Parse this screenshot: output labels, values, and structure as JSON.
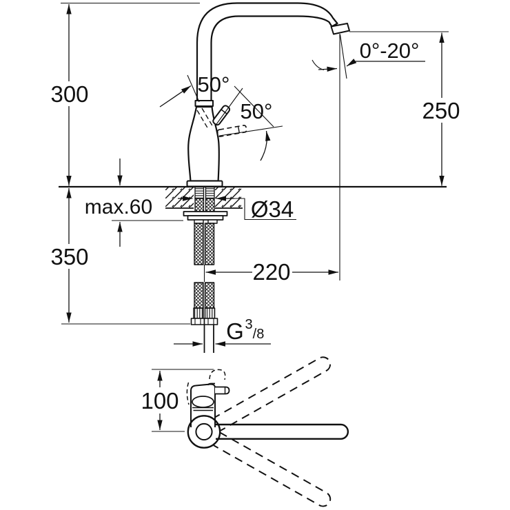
{
  "page": {
    "background_color": "#ffffff",
    "line_color": "#111111",
    "description": "Technical dimension drawing of a single-lever kitchen faucet, front view and top view"
  },
  "front_view": {
    "dim_overall_height": "300",
    "dim_spout_height": "250",
    "dim_handle_angle_up": "50°",
    "dim_handle_swivel_angle": "50°",
    "dim_outlet_angle_range": "0°-20°",
    "dim_deck_thickness": "max.60",
    "dim_hole_diameter": "Ø34",
    "dim_hose_length": "350",
    "dim_spout_reach": "220",
    "thread_letter": "G",
    "thread_numerator": "3",
    "thread_denominator": "/8"
  },
  "top_view": {
    "dim_handle_clearance": "100"
  }
}
